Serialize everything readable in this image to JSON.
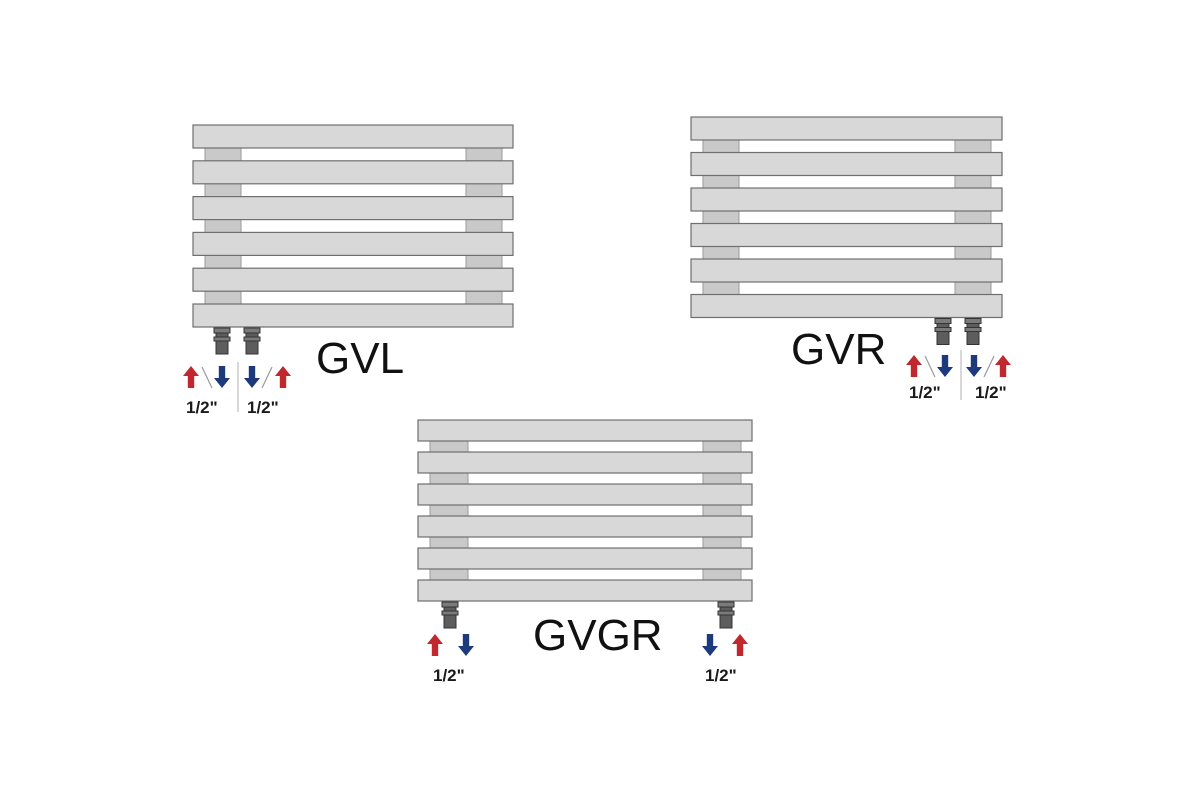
{
  "colors": {
    "flow_up": "#c0282e",
    "flow_down": "#1d3a7c",
    "bar_fill": "#d8d8d8",
    "bar_stroke": "#6f6f6f",
    "valve": "#5d5d5d"
  },
  "radiators": [
    {
      "model": "GVL",
      "connection_side": "bottom-left",
      "bar_count": 6
    },
    {
      "model": "GVR",
      "connection_side": "bottom-right",
      "bar_count": 6
    },
    {
      "model": "GVGR",
      "connection_side": "bottom-both-ends",
      "bar_count": 6
    }
  ],
  "connections": {
    "gvl": [
      {
        "size": "1/2\"",
        "flow": [
          "up",
          "down"
        ]
      },
      {
        "size": "1/2\"",
        "flow": [
          "down",
          "up"
        ]
      }
    ],
    "gvr": [
      {
        "size": "1/2\"",
        "flow": [
          "up",
          "down"
        ]
      },
      {
        "size": "1/2\"",
        "flow": [
          "down",
          "up"
        ]
      }
    ],
    "gvgr": [
      {
        "size": "1/2\"",
        "flow": [
          "up",
          "down"
        ]
      },
      {
        "size": "1/2\"",
        "flow": [
          "down",
          "up"
        ]
      }
    ]
  }
}
